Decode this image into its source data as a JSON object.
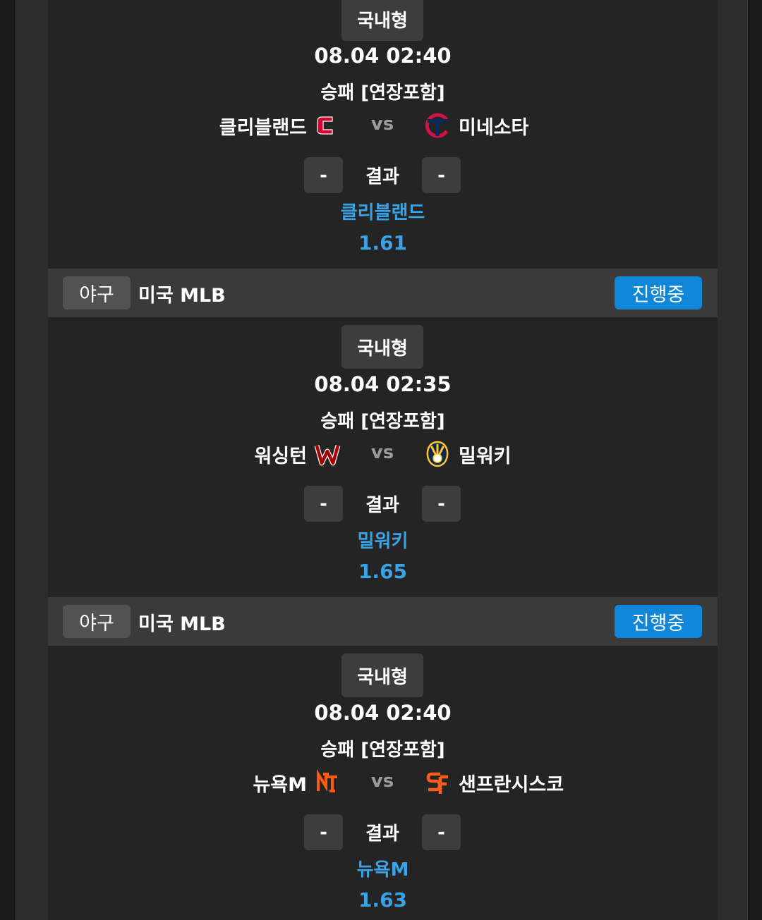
{
  "games": [
    {
      "type_label": "국내형",
      "datetime": "08.04 02:40",
      "market": "승패 [연장포함]",
      "home_team": "클리블랜드",
      "home_logo": "cleveland-c-icon",
      "vs_label": "vs",
      "away_team": "미네소타",
      "away_logo": "minnesota-tc-icon",
      "home_score": "-",
      "result_label": "결과",
      "away_score": "-",
      "pick": "클리블랜드",
      "odds": "1.61"
    },
    {
      "type_label": "국내형",
      "datetime": "08.04 02:35",
      "market": "승패 [연장포함]",
      "home_team": "워싱턴",
      "home_logo": "washington-w-icon",
      "vs_label": "vs",
      "away_team": "밀워키",
      "away_logo": "milwaukee-glove-icon",
      "home_score": "-",
      "result_label": "결과",
      "away_score": "-",
      "pick": "밀워키",
      "odds": "1.65"
    },
    {
      "type_label": "국내형",
      "datetime": "08.04 02:40",
      "market": "승패 [연장포함]",
      "home_team": "뉴욕M",
      "home_logo": "ny-mets-icon",
      "vs_label": "vs",
      "away_team": "샌프란시스코",
      "away_logo": "sf-giants-icon",
      "home_score": "-",
      "result_label": "결과",
      "away_score": "-",
      "pick": "뉴욕M",
      "odds": "1.63"
    }
  ],
  "league_bars": [
    {
      "sport": "야구",
      "league": "미국 MLB",
      "status": "진행중"
    },
    {
      "sport": "야구",
      "league": "미국 MLB",
      "status": "진행중"
    }
  ],
  "colors": {
    "accent": "#3aa3e6",
    "status_bg": "#0f86d8",
    "cleveland_red": "#d50032",
    "minnesota_navy": "#002b5c",
    "washington_red": "#ab0003",
    "milwaukee_navy": "#12284b",
    "milwaukee_gold": "#ffc52f",
    "mets_orange": "#ff5910",
    "giants_orange": "#fd5a1e"
  }
}
